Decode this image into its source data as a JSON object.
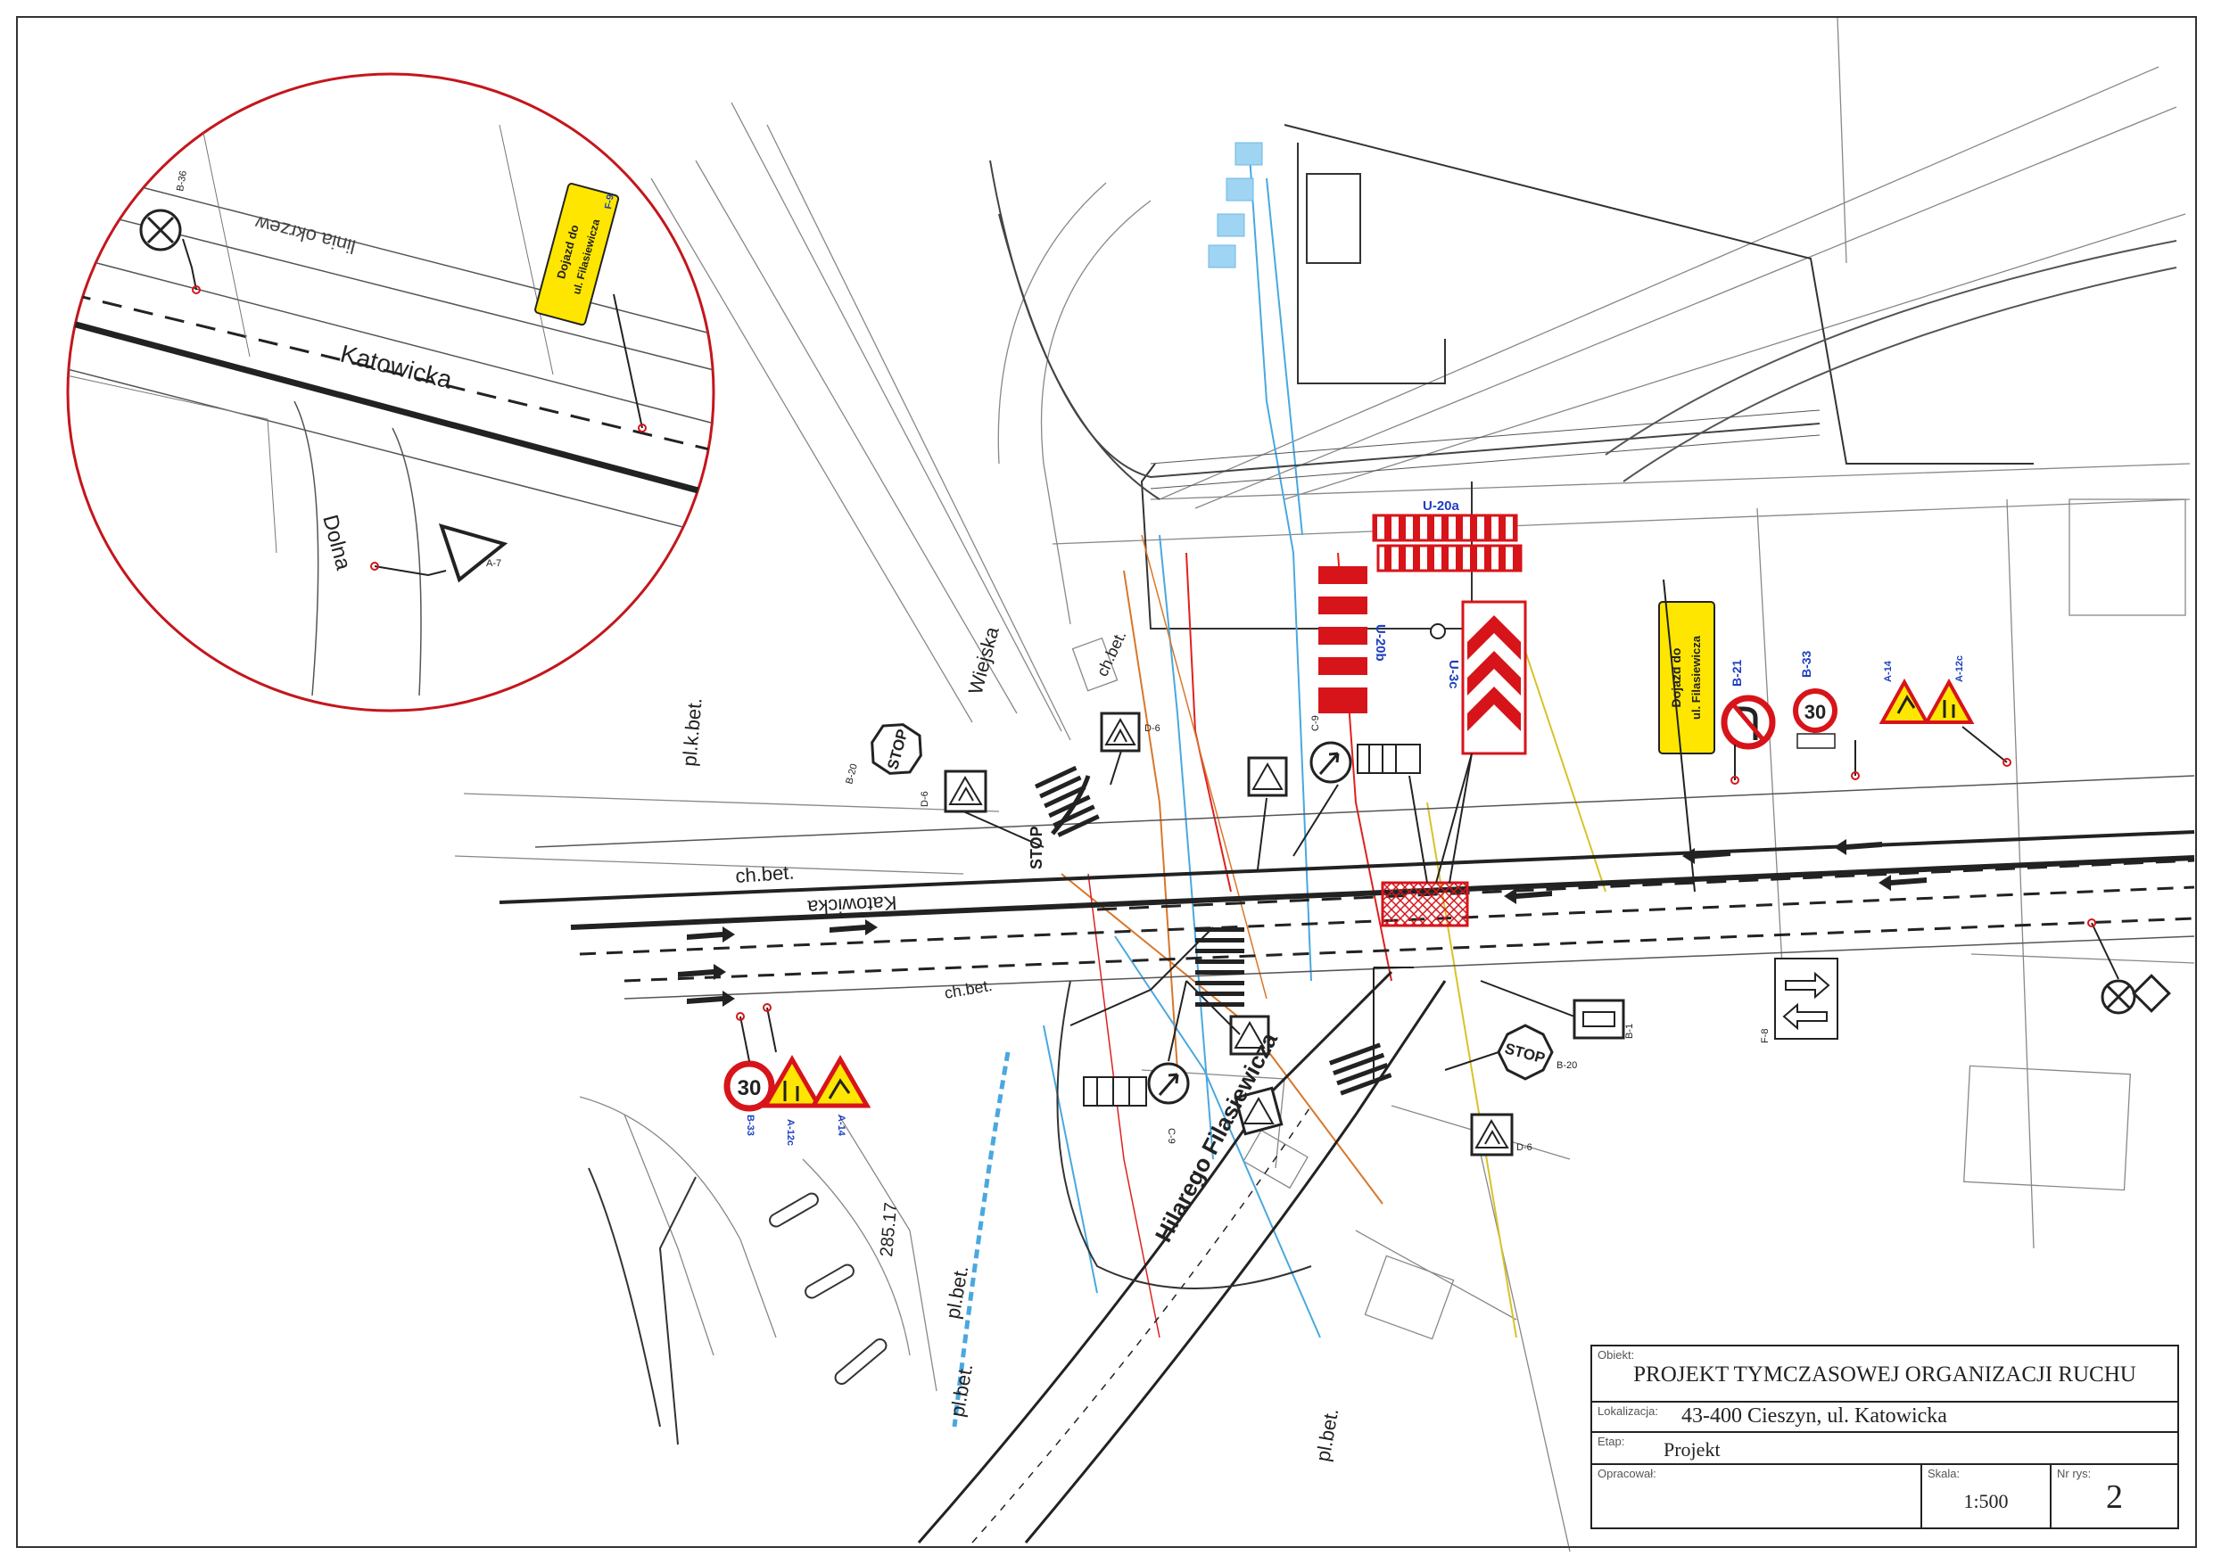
{
  "streets": {
    "katowicka_main": "Katowicka",
    "katowicka_inset": "Katowicka",
    "hilarego": "Hilarego Filasiewicza",
    "wiejska": "Wiejska",
    "dolna": "Dolna",
    "linia_okrzew": "linia okrzew",
    "chbet_1": "ch.bet.",
    "chbet_2": "ch.bet.",
    "chbet_3": "ch.bet.",
    "plkbet_1": "pl.k.bet.",
    "plbet_1": "pl.bet.",
    "plbet_2": "pl.bet.",
    "plbet_3": "pl.bet.",
    "elevation": "285.17"
  },
  "signs": {
    "stop_1": "STOP",
    "stop_2": "STOP",
    "stop_3": "STOP",
    "speed_1": "30",
    "speed_2": "30",
    "label_u20a": "U-20a",
    "label_u20b": "U-20b",
    "label_u3c": "U-3c",
    "label_b21": "B-21",
    "label_b33a": "B-33",
    "label_b33b": "B-33",
    "label_a14a": "A-14",
    "label_a14b": "A-14",
    "label_a12c_a": "A-12c",
    "label_a12c_b": "A-12c",
    "label_b20a": "B-20",
    "label_b20b": "B-20",
    "label_d6a": "D-6",
    "label_d6b": "D-6",
    "label_d6c": "D-6",
    "label_c9a": "C-9",
    "label_c9b": "C-9",
    "label_a7": "A-7",
    "label_b36": "B-36",
    "label_f9": "F-9",
    "label_f8": "F-8",
    "label_b1": "B-1",
    "f9_line1": "Dojazd do",
    "f9_line2": "ul. Filasiewicza",
    "inset_line1": "Dojazd do",
    "inset_line2": "ul. Filasiewicza"
  },
  "title_block": {
    "obiekt_caption": "Obiekt:",
    "obiekt": "PROJEKT TYMCZASOWEJ ORGANIZACJI RUCHU",
    "lokalizacja_caption": "Lokalizacja:",
    "lokalizacja": "43-400 Cieszyn, ul. Katowicka",
    "etap_caption": "Etap:",
    "etap": "Projekt",
    "opracowal_caption": "Opracował:",
    "skala_caption": "Skala:",
    "skala": "1:500",
    "nr_caption": "Nr rys:",
    "nr": "2"
  },
  "colors": {
    "sign_red": "#d7141a",
    "sign_yellow": "#ffe600",
    "inset_circle": "#c4161c",
    "utility_blue": "#4aa8e0",
    "utility_orange": "#d8772a",
    "utility_red": "#e02020",
    "label_blue": "#1f3fbf"
  }
}
